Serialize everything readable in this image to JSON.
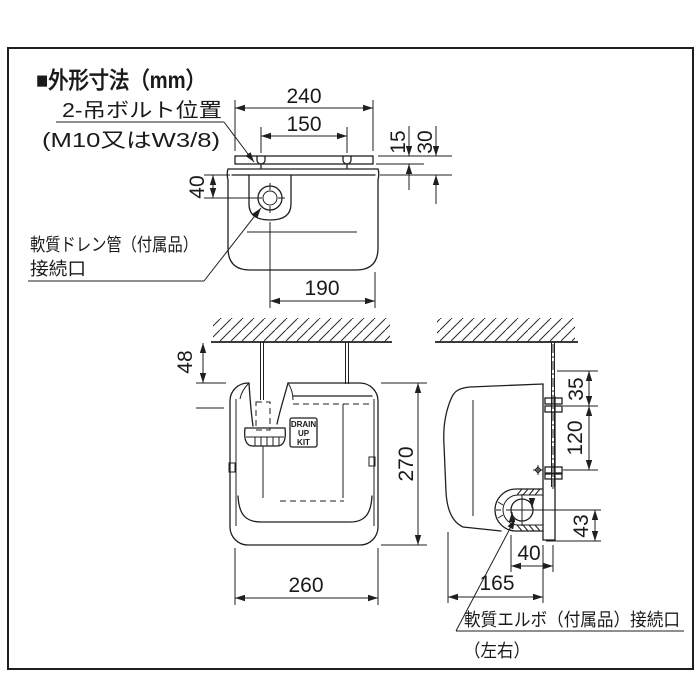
{
  "title": "■外形寸法（mm）",
  "callouts": {
    "hanging_bolt_line1": "2-吊ボルト位置",
    "hanging_bolt_line2": "(M10又はW3/8)",
    "drain_hose_line1": "軟質ドレン管（付属品）",
    "drain_hose_line2": "接続口",
    "elbow_line1": "軟質エルボ（付属品）接続口",
    "elbow_line2": "（左右）"
  },
  "unit_label": {
    "l1": "DRAIN",
    "l2": "UP",
    "l3": "KIT"
  },
  "dims": {
    "top_width": "240",
    "bolt_pitch": "150",
    "plate_thickness": "15",
    "top_offset": "30",
    "port_offset": "40",
    "port_to_edge": "190",
    "ceiling_gap": "48",
    "body_height": "270",
    "body_width": "260",
    "nut_top": "35",
    "bracket_pitch": "120",
    "elbow_down": "43",
    "elbow_in": "40",
    "body_depth": "165"
  },
  "colors": {
    "line": "#1f1f1f",
    "background": "#ffffff"
  }
}
